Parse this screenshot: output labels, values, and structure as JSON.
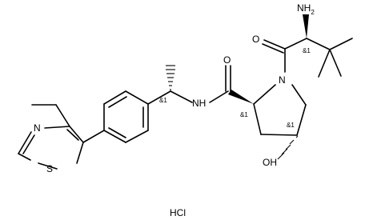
{
  "atoms": {
    "nh2": "NH",
    "nh2_sub": "2",
    "o_ketone": "O",
    "o_amide": "O",
    "n_pyrrolidine": "N",
    "nh_amide": "NH",
    "oh": "OH",
    "n_thiazole": "N",
    "s_thiazole": "S"
  },
  "stereo_labels": {
    "tbutyl_center": "&1",
    "ethyl_center": "&1",
    "proline_center": "&1",
    "hydroxy_center": "&1"
  },
  "salt": "HCl",
  "colors": {
    "ink": "#000000",
    "background": "#ffffff"
  }
}
